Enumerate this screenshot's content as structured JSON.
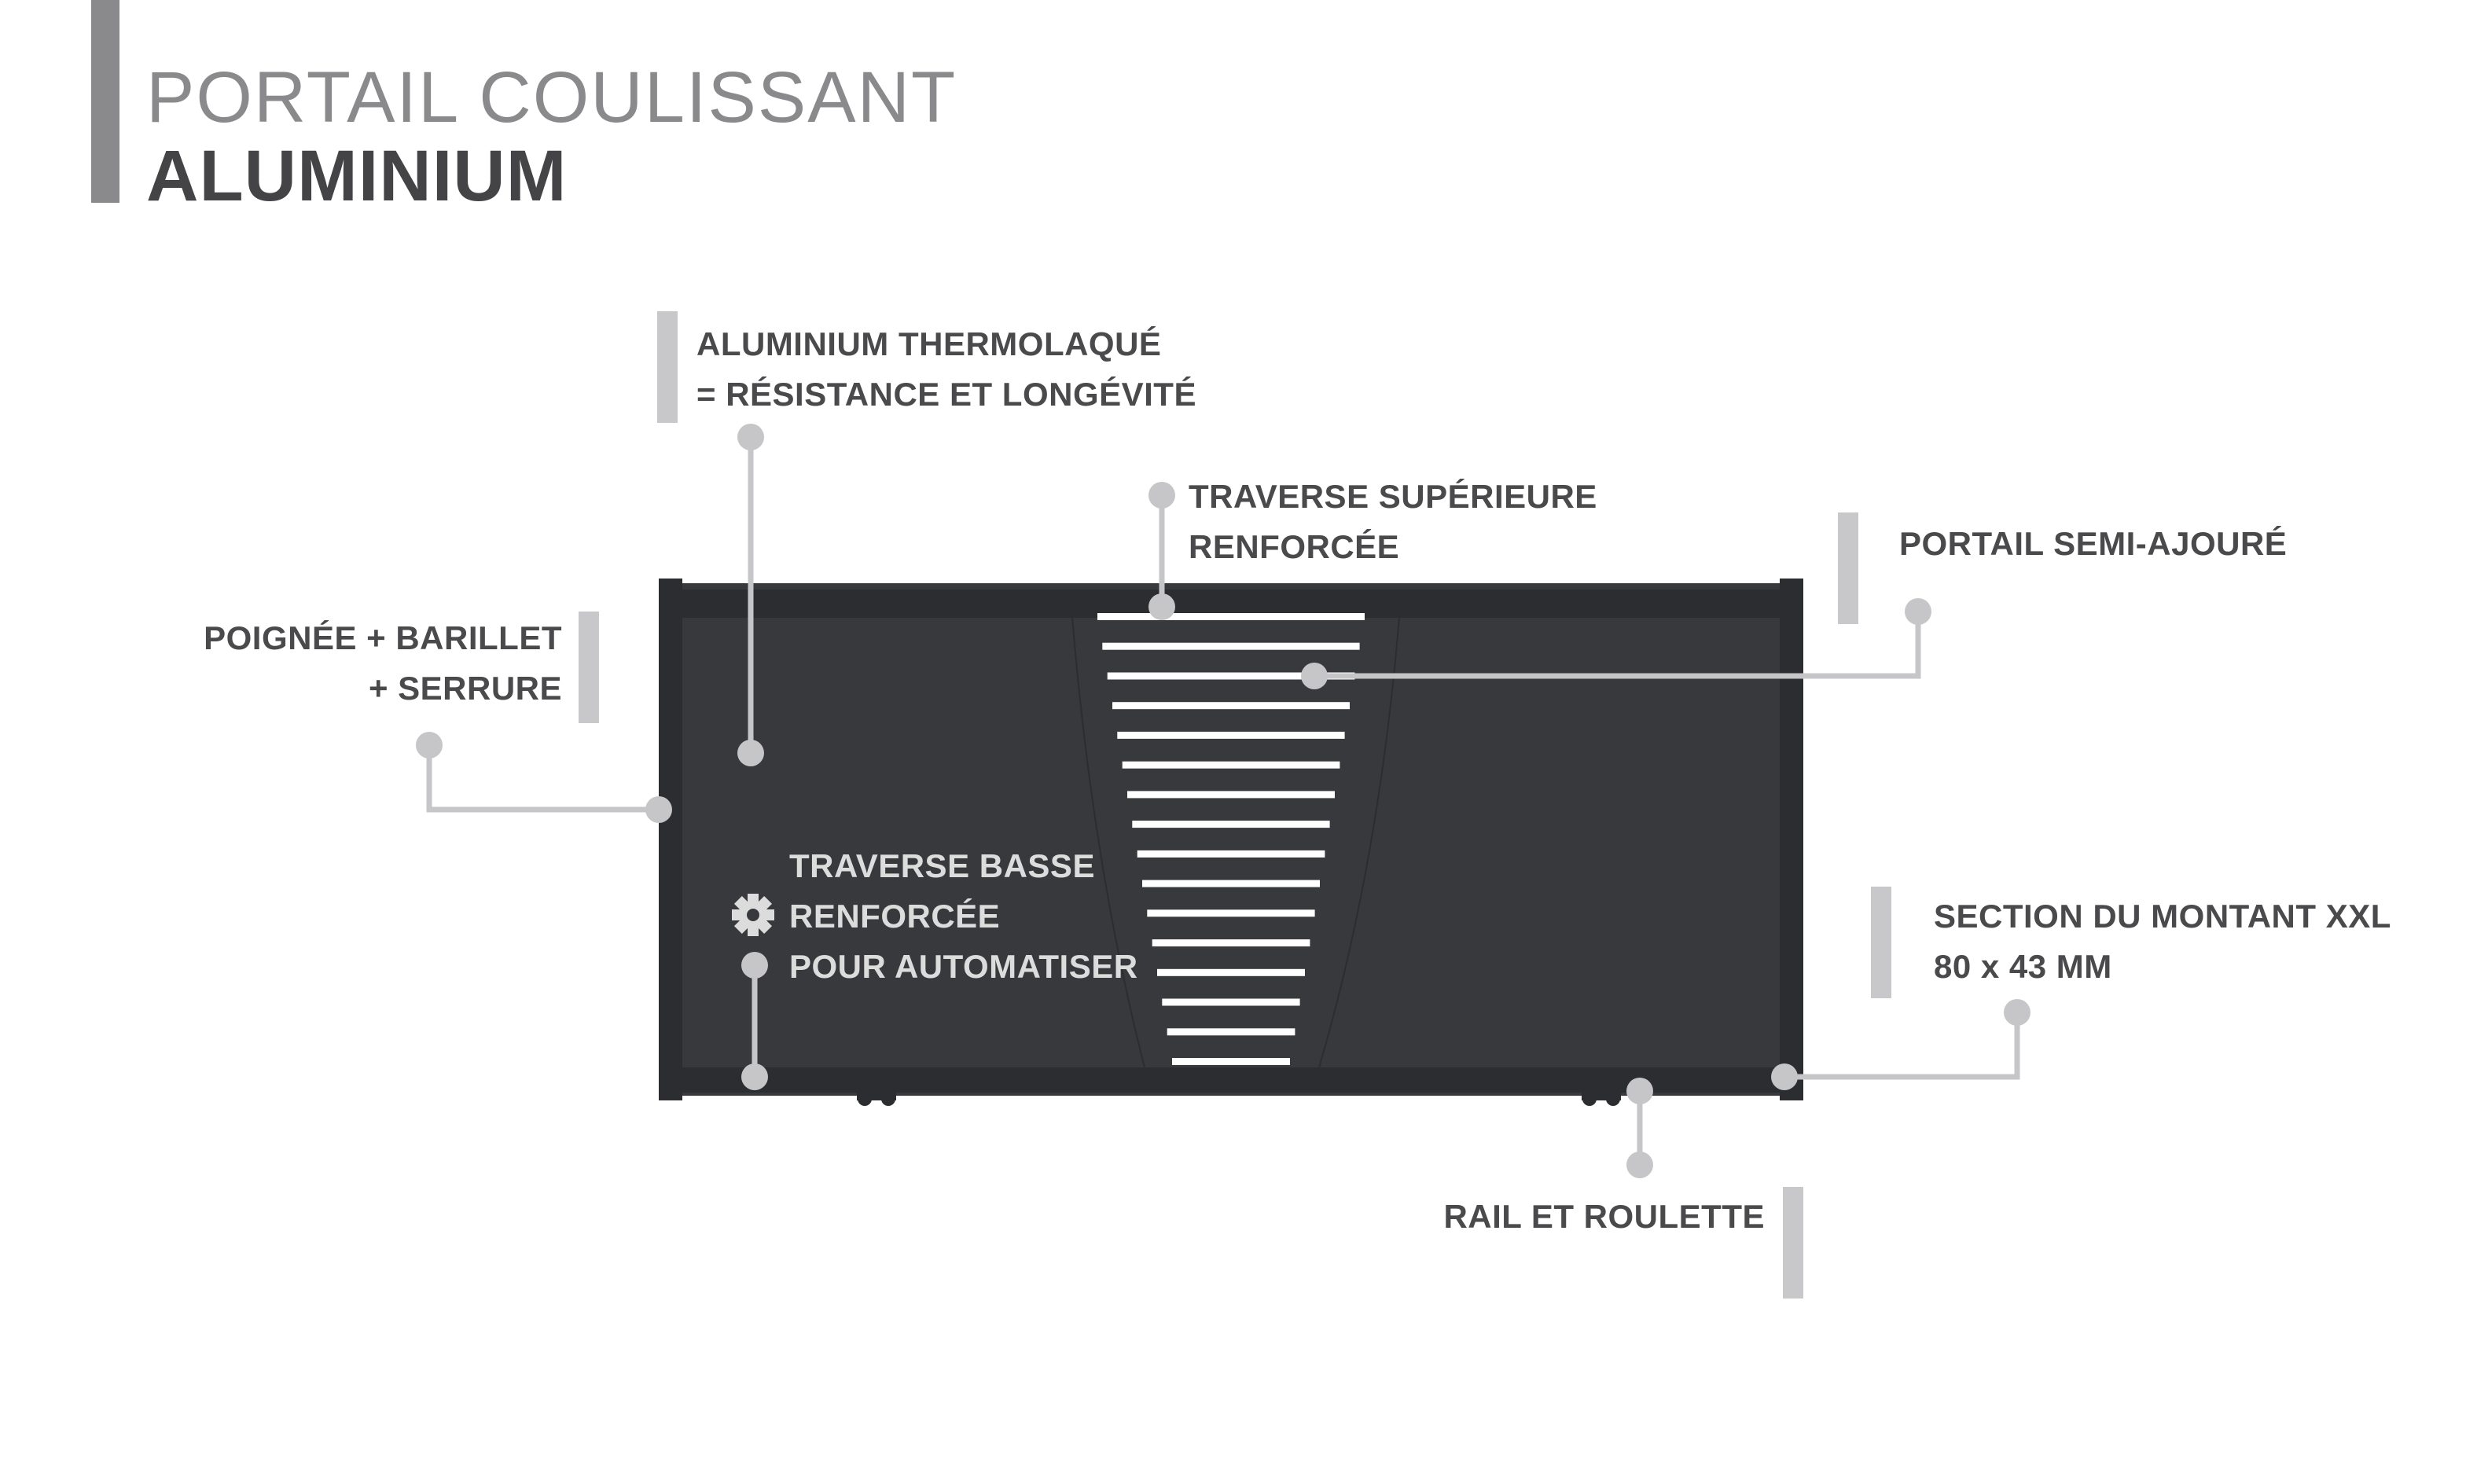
{
  "title": {
    "line1": "PORTAIL COULISSANT",
    "line2": "ALUMINIUM"
  },
  "callouts": {
    "thermolaque": {
      "line1": "ALUMINIUM THERMOLAQUÉ",
      "line2": "= RÉSISTANCE ET LONGÉVITÉ"
    },
    "traverse_sup": {
      "line1": "TRAVERSE SUPÉRIEURE",
      "line2": "RENFORCÉE"
    },
    "semi_ajoure": {
      "line1": "PORTAIL SEMI-AJOURÉ"
    },
    "poignee": {
      "line1": "POIGNÉE + BARILLET",
      "line2": "+ SERRURE"
    },
    "traverse_basse": {
      "line1": "TRAVERSE BASSE",
      "line2": "RENFORCÉE",
      "line3": "POUR AUTOMATISER",
      "icon": "gear-icon"
    },
    "montant": {
      "line1": "SECTION DU MONTANT XXL",
      "line2": "80 x 43 MM"
    },
    "rail": {
      "line1": "RAIL ET ROULETTE"
    }
  },
  "colors": {
    "title_accent": "#8a8a8c",
    "title_light_text": "#8a8a8c",
    "title_bold_text": "#444446",
    "label_text": "#4a4a4c",
    "label_bar": "#c8c8ca",
    "leader": "#c6c6c8",
    "gate_panel": "#38393c",
    "gate_frame": "#2c2d30",
    "slat": "#ffffff"
  }
}
